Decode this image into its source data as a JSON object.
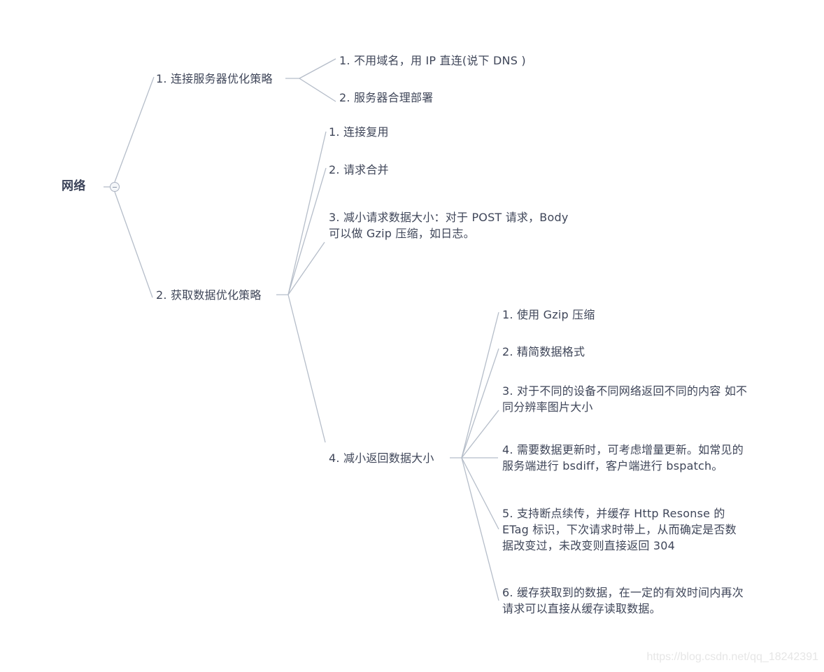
{
  "root": {
    "label": "网络",
    "collapse_icon": "minus-circle-icon"
  },
  "branches": [
    {
      "label": "1. 连接服务器优化策略",
      "children": [
        {
          "label": "1. 不用域名，用 IP 直连(说下 DNS )"
        },
        {
          "label": "2. 服务器合理部署"
        }
      ]
    },
    {
      "label": "2. 获取数据优化策略",
      "children": [
        {
          "label": "1. 连接复用"
        },
        {
          "label": "2. 请求合并"
        },
        {
          "label_lines": [
            "3. 减小请求数据大小：对于 POST 请求，Body",
            "可以做 Gzip 压缩，如日志。"
          ]
        },
        {
          "label": "4. 减小返回数据大小",
          "children": [
            {
              "label": "1. 使用 Gzip 压缩"
            },
            {
              "label": "2. 精简数据格式"
            },
            {
              "label_lines": [
                "3. 对于不同的设备不同网络返回不同的内容 如不",
                "同分辨率图片大小"
              ]
            },
            {
              "label_lines": [
                "4.  需要数据更新时，可考虑增量更新。如常见的",
                "服务端进行 bsdiff，客户端进行 bspatch。"
              ]
            },
            {
              "label_lines": [
                "5.  支持断点续传，并缓存 Http Resonse 的",
                "ETag 标识，下次请求时带上，从而确定是否数",
                "据改变过，未改变则直接返回 304"
              ]
            },
            {
              "label_lines": [
                "6. 缓存获取到的数据，在一定的有效时间内再次",
                "请求可以直接从缓存读取数据。"
              ]
            }
          ]
        }
      ]
    }
  ],
  "watermark": "https://blog.csdn.net/qq_18242391",
  "colors": {
    "line": "#b4bcc8",
    "text": "#3f4659",
    "background": "#ffffff"
  }
}
